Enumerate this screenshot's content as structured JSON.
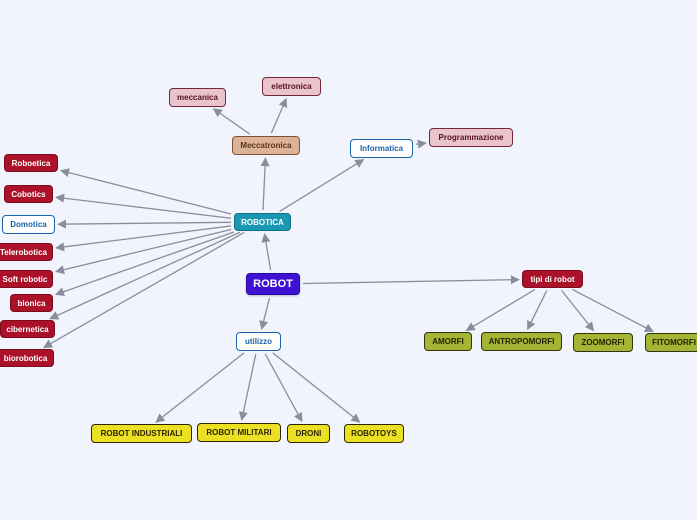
{
  "nodes": {
    "robot": "ROBOT",
    "robotica": "ROBOTICA",
    "meccatronica": "Meccatronica",
    "meccanica": "meccanica",
    "elettronica": "elettronica",
    "informatica": "Informatica",
    "programmazione": "Programmazione",
    "roboetica": "Roboetica",
    "cobotics": "Cobotics",
    "domotica": "Domotica",
    "telerobotica": "Telerobotica",
    "soft_robotic": "Soft robotic",
    "bionica": "bionica",
    "cibernetica": "cibernetica",
    "biorobotica": "biorobotica",
    "utilizzo": "utilizzo",
    "robot_industriali": "ROBOT INDUSTRIALI",
    "robot_militari": "ROBOT MILITARI",
    "droni": "DRONI",
    "robotoys": "ROBOTOYS",
    "tipi_di_robot": "tipi di robot",
    "amorfi": "AMORFI",
    "antropomorfi": "ANTROPOMORFI",
    "zoomorfi": "ZOOMORFI",
    "fitomorfi": "FITOMORFI"
  },
  "edges": [
    [
      "robot",
      "robotica"
    ],
    [
      "robot",
      "utilizzo"
    ],
    [
      "robot",
      "tipi_di_robot"
    ],
    [
      "robotica",
      "meccatronica"
    ],
    [
      "meccatronica",
      "meccanica"
    ],
    [
      "meccatronica",
      "elettronica"
    ],
    [
      "robotica",
      "informatica"
    ],
    [
      "informatica",
      "programmazione"
    ],
    [
      "robotica",
      "roboetica"
    ],
    [
      "robotica",
      "cobotics"
    ],
    [
      "robotica",
      "domotica"
    ],
    [
      "robotica",
      "telerobotica"
    ],
    [
      "robotica",
      "soft_robotic"
    ],
    [
      "robotica",
      "bionica"
    ],
    [
      "robotica",
      "cibernetica"
    ],
    [
      "robotica",
      "biorobotica"
    ],
    [
      "utilizzo",
      "robot_industriali"
    ],
    [
      "utilizzo",
      "robot_militari"
    ],
    [
      "utilizzo",
      "droni"
    ],
    [
      "utilizzo",
      "robotoys"
    ],
    [
      "tipi_di_robot",
      "amorfi"
    ],
    [
      "tipi_di_robot",
      "antropomorfi"
    ],
    [
      "tipi_di_robot",
      "zoomorfi"
    ],
    [
      "tipi_di_robot",
      "fitomorfi"
    ]
  ],
  "colors": {
    "edge": "#8a8d9c",
    "background": "#f1f4fc"
  }
}
